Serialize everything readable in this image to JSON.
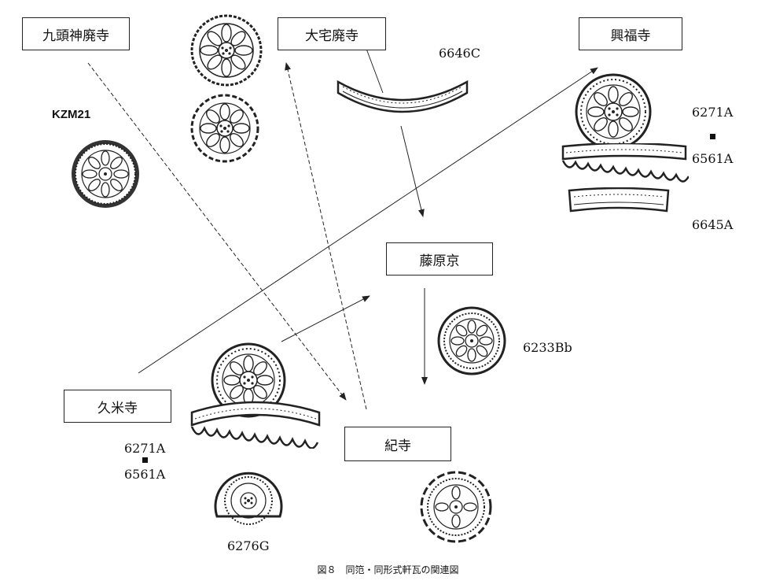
{
  "sites": {
    "kuzu": "九頭神廃寺",
    "oyake": "大宅廃寺",
    "kofuku": "興福寺",
    "fujiwara": "藤原京",
    "kume": "久米寺",
    "ki": "紀寺"
  },
  "labels": {
    "kzm21": "KZM21",
    "c6646": "6646C",
    "k6271a": "6271A",
    "k6561a": "6561A",
    "k6645a": "6645A",
    "f6233bb": "6233Bb",
    "m6271a": "6271A",
    "m6561a": "6561A",
    "m6276g": "6276G"
  },
  "caption": "図８　同笵・同形式軒瓦の関連図"
}
